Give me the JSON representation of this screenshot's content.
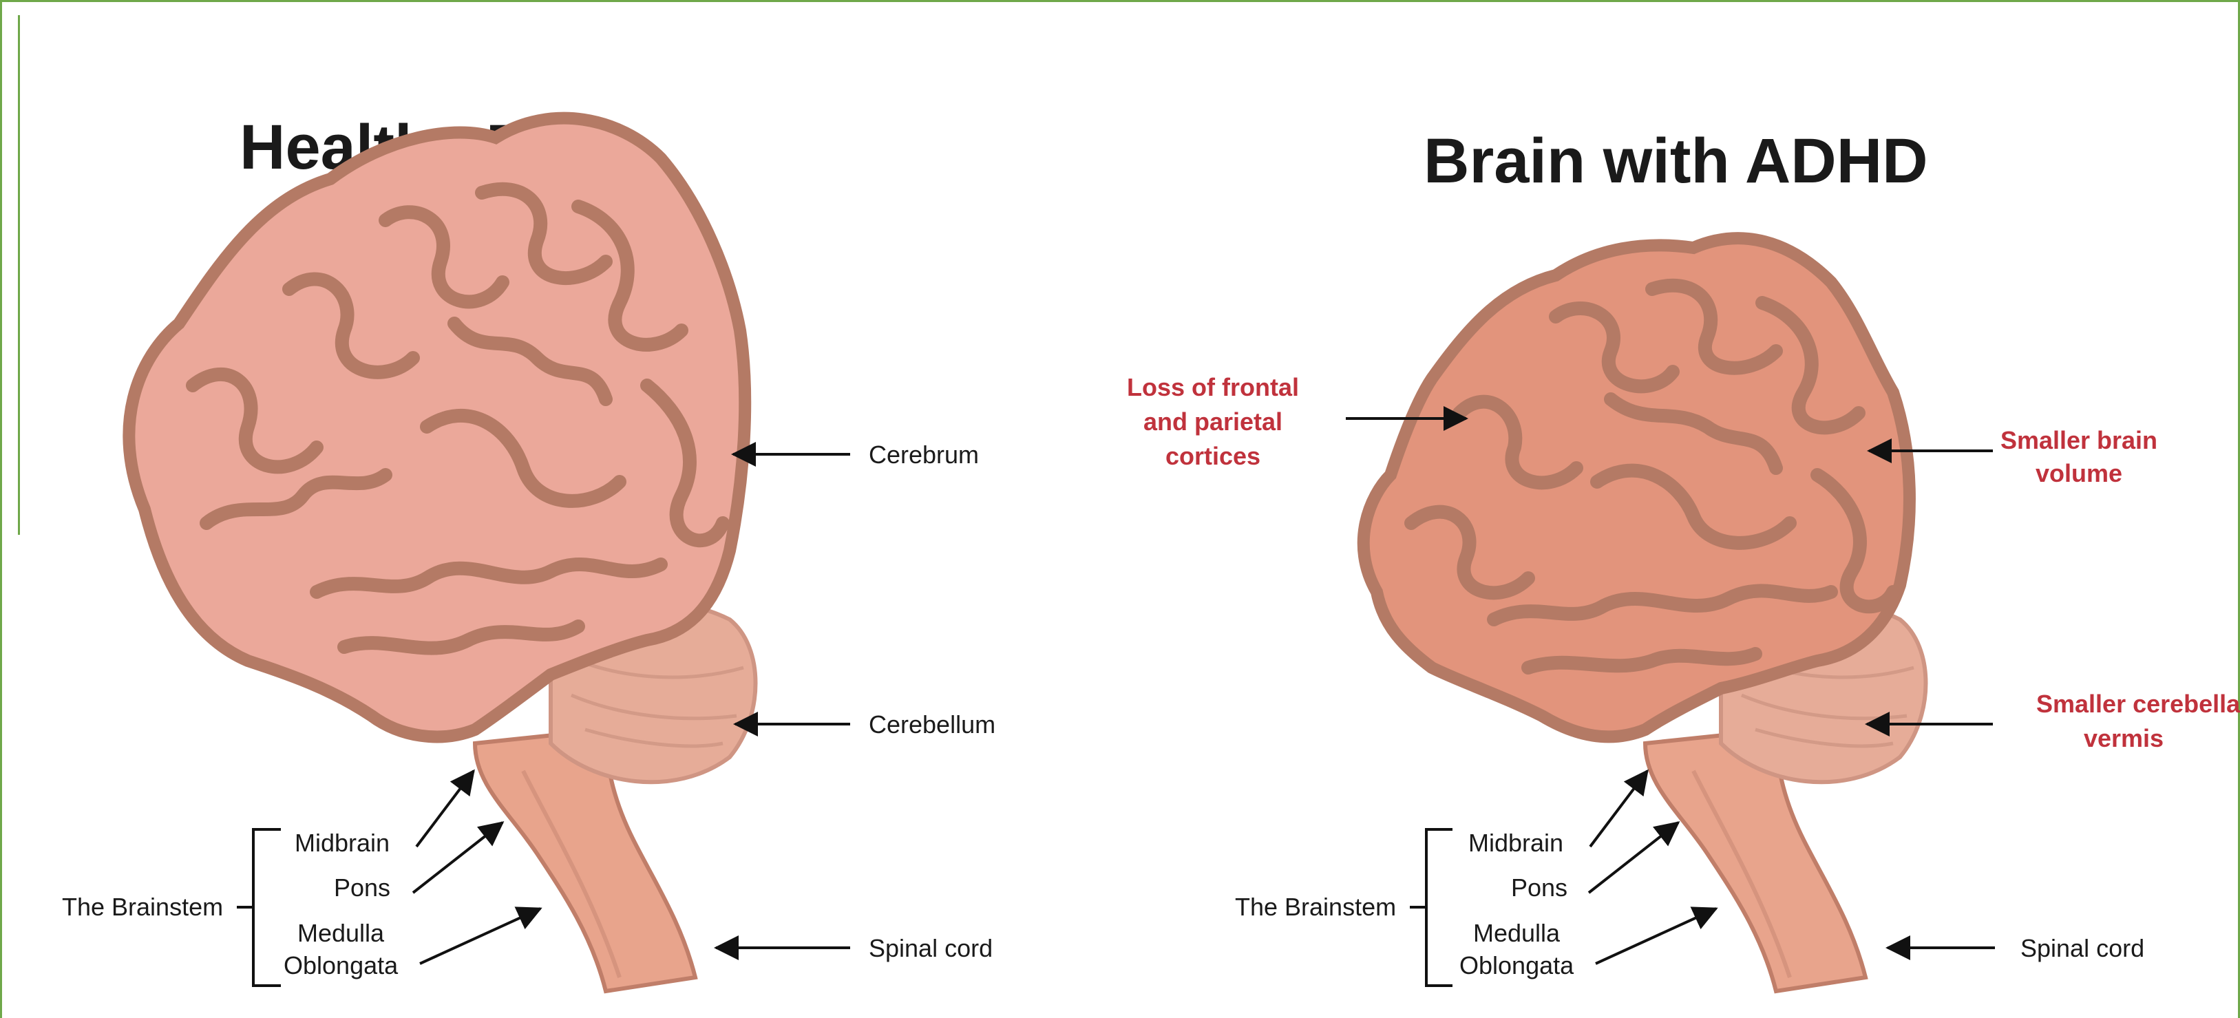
{
  "healthy": {
    "title": "Healthy Brain",
    "labels": {
      "cerebrum": "Cerebrum",
      "cerebellum": "Cerebellum",
      "midbrain": "Midbrain",
      "pons": "Pons",
      "medulla_line1": "Medulla",
      "medulla_line2": "Oblongata",
      "brainstem": "The Brainstem",
      "spinal_cord": "Spinal cord"
    }
  },
  "adhd": {
    "title": "Brain with ADHD",
    "labels": {
      "frontal_line1": "Loss of frontal",
      "frontal_line2": "and parietal",
      "frontal_line3": "cortices",
      "volume_line1": "Smaller brain",
      "volume_line2": "volume",
      "vermis_line1": "Smaller cerebellar",
      "vermis_line2": "vermis",
      "midbrain": "Midbrain",
      "pons": "Pons",
      "medulla_line1": "Medulla",
      "medulla_line2": "Oblongata",
      "brainstem": "The Brainstem",
      "spinal_cord": "Spinal cord"
    }
  },
  "colors": {
    "frame": "#6fa84a",
    "healthy_cortex": "#eba89a",
    "adhd_cortex": "#e2947c",
    "cortex_outline": "#b47a65",
    "stem": "#e8a48c",
    "highlight_text": "#c0323c"
  }
}
